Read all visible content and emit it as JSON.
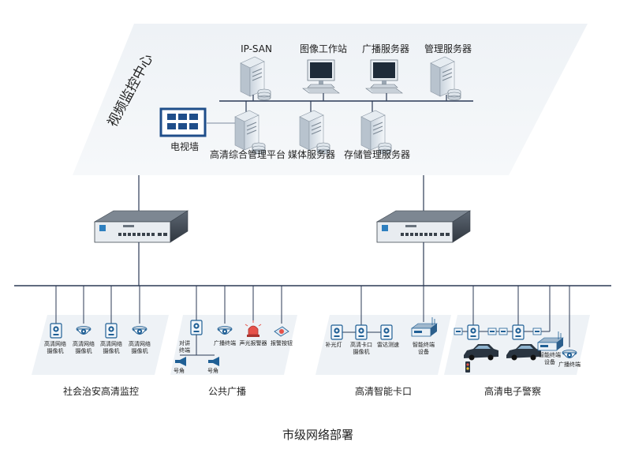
{
  "control_center": {
    "title": "视频监控中心",
    "devices_top": [
      "IP-SAN",
      "图像工作站",
      "广播服务器",
      "管理服务器"
    ],
    "video_wall": "电视墙",
    "devices_bottom": [
      "高清综合管理平台",
      "媒体服务器",
      "存储管理服务器"
    ]
  },
  "zones": [
    {
      "name": "社会治安高清监控",
      "devices": [
        {
          "label_l1": "高清网络",
          "label_l2": "摄像机"
        },
        {
          "label_l1": "高清网络",
          "label_l2": "摄像机"
        },
        {
          "label_l1": "高清网络",
          "label_l2": "摄像机"
        },
        {
          "label_l1": "高清网络",
          "label_l2": "摄像机"
        }
      ]
    },
    {
      "name": "公共广播",
      "devices": [
        {
          "label_l1": "对讲",
          "label_l2": "终端"
        },
        {
          "label_l1": "广播终端",
          "label_l2": ""
        },
        {
          "label_l1": "声光报警器",
          "label_l2": ""
        },
        {
          "label_l1": "报警按钮",
          "label_l2": ""
        }
      ],
      "horn_labels": [
        "号角",
        "号角"
      ]
    },
    {
      "name": "高清智能卡口",
      "devices": [
        {
          "label_l1": "补光灯",
          "label_l2": ""
        },
        {
          "label_l1": "高清卡口",
          "label_l2": "摄像机"
        },
        {
          "label_l1": "雷达测速",
          "label_l2": ""
        },
        {
          "label_l1": "智能终端",
          "label_l2": "设备"
        }
      ]
    },
    {
      "name": "高清电子警察",
      "devices": [
        {
          "label_l1": "智能终端",
          "label_l2": "设备"
        },
        {
          "label_l1": "广播终端",
          "label_l2": ""
        }
      ]
    }
  ],
  "footer": "市级网络部署"
}
